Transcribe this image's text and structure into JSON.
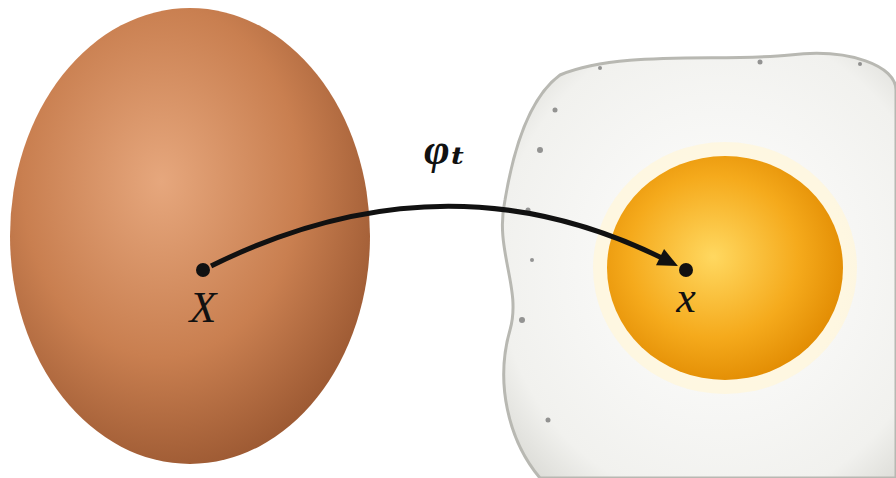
{
  "diagram": {
    "nodes": [
      {
        "text": [
          "X"
        ]
      },
      {
        "text": [
          "x"
        ]
      }
    ],
    "edges": [
      {
        "from": 0,
        "to": 1,
        "arrow": "to",
        "label": "φₜ"
      }
    ]
  }
}
